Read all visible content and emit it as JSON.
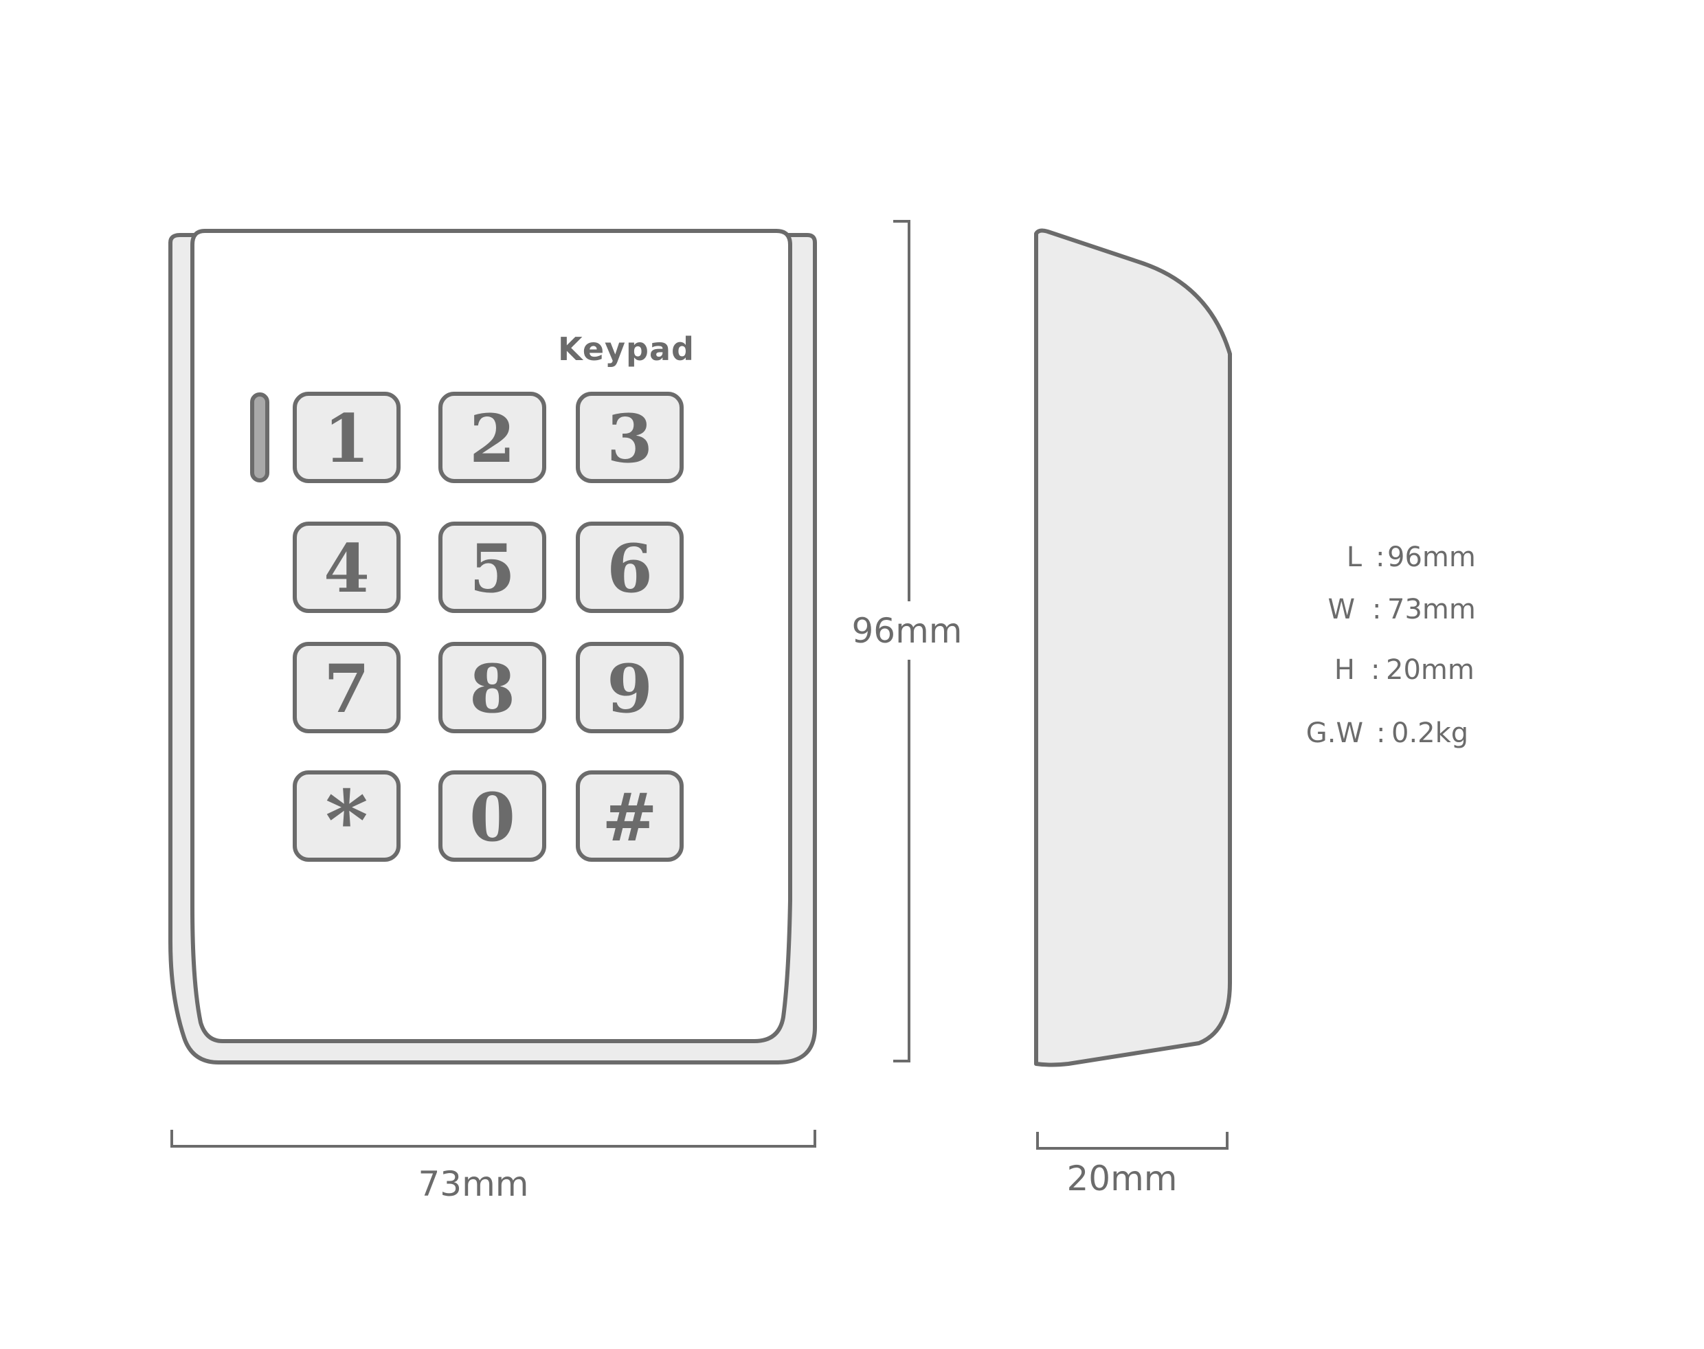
{
  "device": {
    "brand_label": "Keypad",
    "keys": [
      "1",
      "2",
      "3",
      "4",
      "5",
      "6",
      "7",
      "8",
      "9",
      "*",
      "0",
      "#"
    ]
  },
  "dimensions": {
    "width_label": "73mm",
    "height_label": "96mm",
    "depth_label": "20mm"
  },
  "specs": [
    {
      "label": "L",
      "separator": ":",
      "value": "96mm"
    },
    {
      "label": "W",
      "separator": ":",
      "value": "73mm"
    },
    {
      "label": "H",
      "separator": ":",
      "value": "20mm"
    },
    {
      "label": "G.W",
      "separator": ":",
      "value": "0.2kg"
    }
  ],
  "colors": {
    "stroke": "#6b6b6b",
    "body_fill": "#ececec",
    "face_fill": "#ffffff",
    "background": "#ffffff"
  }
}
